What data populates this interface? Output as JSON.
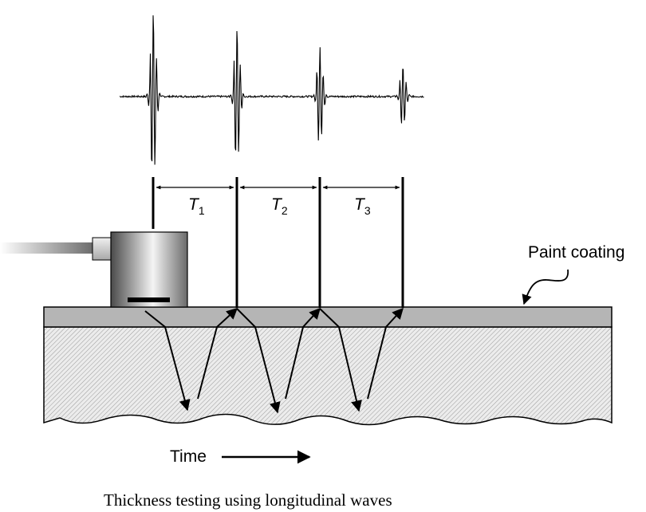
{
  "labels": {
    "interval_symbol": "T",
    "intervals": [
      {
        "sub": "1"
      },
      {
        "sub": "2"
      },
      {
        "sub": "3"
      }
    ],
    "paint_coating": "Paint coating",
    "time": "Time",
    "caption": "Thickness testing using longitudinal waves"
  },
  "waveform": {
    "echo_count": 4,
    "relative_amplitudes": [
      1.0,
      0.82,
      0.58,
      0.37
    ]
  },
  "colors": {
    "line": "#000000",
    "coating": "#b5b5b5",
    "substrate_bg": "#ececec",
    "hatch": "#9a9a9a"
  }
}
